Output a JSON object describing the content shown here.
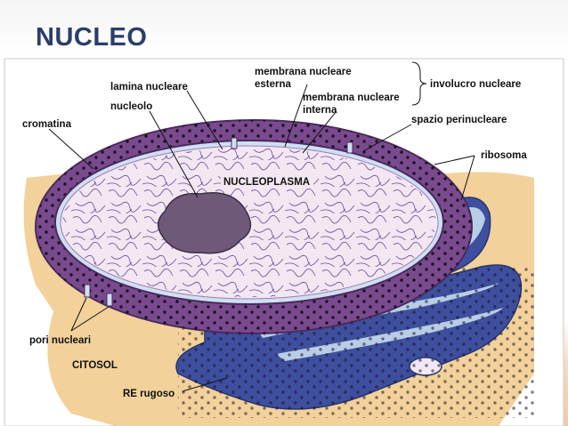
{
  "title": "NUCLEO",
  "labels": {
    "membrana_esterna_1": "membrana nucleare",
    "membrana_esterna_2": "esterna",
    "lamina": "lamina nucleare",
    "membrana_interna_1": "membrana nucleare",
    "membrana_interna_2": "interna",
    "involucro": "involucro nucleare",
    "nucleolo": "nucleolo",
    "cromatina": "cromatina",
    "spazio": "spazio perinucleare",
    "ribosoma": "ribosoma",
    "nucleoplasma": "NUCLEOPLASMA",
    "pori": "pori nucleari",
    "citosol": "CITOSOL",
    "re": "RE rugoso"
  },
  "colors": {
    "title": "#2b3e6b",
    "cytosol": "#f0c98a",
    "envelope": "#7a4a8e",
    "nucleoplasm": "#f3e7f2",
    "nucleolus": "#6e5a78",
    "er": "#3d4f9e"
  }
}
